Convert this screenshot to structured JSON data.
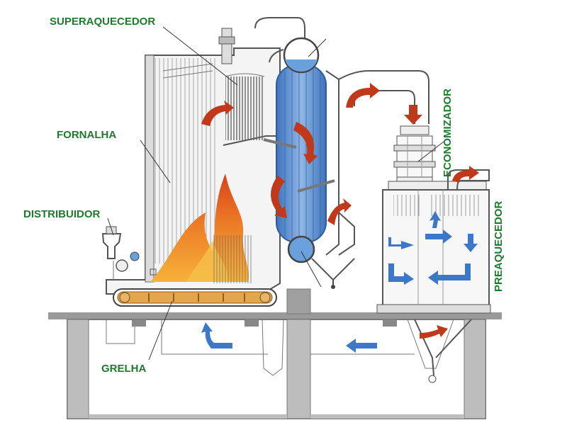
{
  "labels": {
    "superheater": "SUPERAQUECEDOR",
    "furnace": "FORNALHA",
    "distributor": "DISTRIBUIDOR",
    "grate": "GRELHA",
    "economizer": "ECONOMIZADOR",
    "preheater": "PREAQUECEDOR"
  },
  "colors": {
    "label_text": "#1e7a2e",
    "water_tubes": "#5b8fd0",
    "hot_gas_arrow": "#c0391b",
    "cool_air_arrow": "#3d78c8",
    "flame_outer": "#e2531c",
    "flame_inner": "#f7b23a",
    "grate_belt": "#e3a64f"
  }
}
